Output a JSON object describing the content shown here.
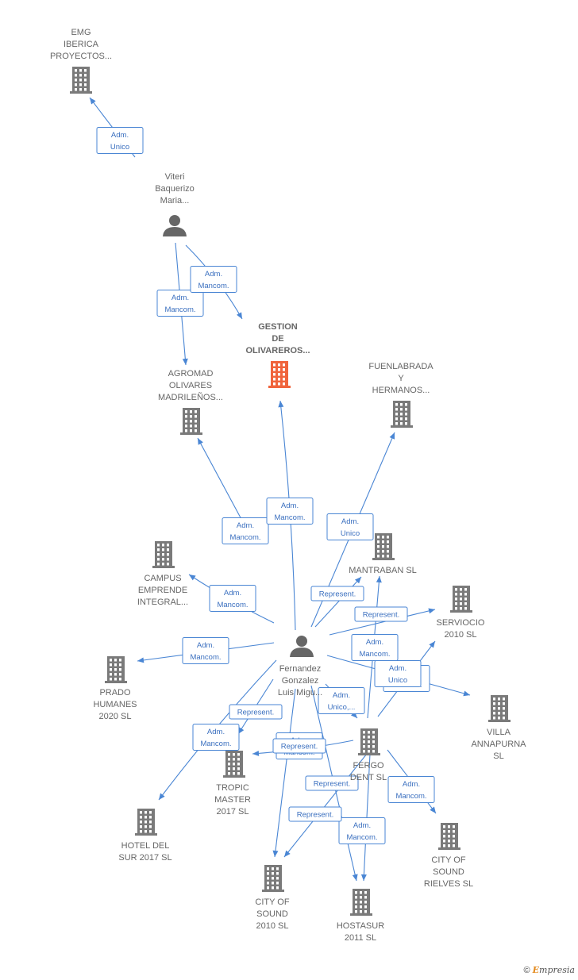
{
  "colors": {
    "building": "#7a7a7a",
    "focus": "#f0643c",
    "person": "#666666",
    "edge": "#4a86d4"
  },
  "footer": {
    "copyright": "©",
    "brand_initial": "E",
    "brand_rest": "mpresia"
  },
  "nodes": [
    {
      "id": "emg",
      "type": "company",
      "lines": [
        "EMG",
        "IBERICA",
        "PROYECTOS..."
      ]
    },
    {
      "id": "viteri",
      "type": "person",
      "lines": [
        "Viteri",
        "Baquerizo",
        "Maria..."
      ]
    },
    {
      "id": "gestion",
      "type": "focus",
      "lines": [
        "GESTION",
        "DE",
        "OLIVAREROS..."
      ]
    },
    {
      "id": "agromad",
      "type": "company",
      "lines": [
        "AGROMAD",
        "OLIVARES",
        "MADRILEÑOS..."
      ]
    },
    {
      "id": "fuenlabrada",
      "type": "company",
      "lines": [
        "FUENLABRADA",
        "Y",
        "HERMANOS..."
      ]
    },
    {
      "id": "campus",
      "type": "company",
      "lines": [
        "CAMPUS",
        "EMPRENDE",
        "INTEGRAL..."
      ]
    },
    {
      "id": "mantraban",
      "type": "company",
      "lines": [
        "MANTRABAN SL"
      ]
    },
    {
      "id": "serviocio",
      "type": "company",
      "lines": [
        "SERVIOCIO",
        "2010 SL"
      ]
    },
    {
      "id": "fernandez",
      "type": "person",
      "lines": [
        "Fernandez",
        "Gonzalez",
        "Luis Migu..."
      ]
    },
    {
      "id": "prado",
      "type": "company",
      "lines": [
        "PRADO",
        "HUMANES",
        "2020 SL"
      ]
    },
    {
      "id": "villa",
      "type": "company",
      "lines": [
        "VILLA",
        "ANNAPURNA",
        "SL"
      ]
    },
    {
      "id": "tropic",
      "type": "company",
      "lines": [
        "TROPIC",
        "MASTER",
        "2017 SL"
      ]
    },
    {
      "id": "fergo",
      "type": "company",
      "lines": [
        "FERGO",
        "DENT SL"
      ]
    },
    {
      "id": "hotel",
      "type": "company",
      "lines": [
        "HOTEL DEL",
        "SUR 2017 SL"
      ]
    },
    {
      "id": "cityrielves",
      "type": "company",
      "lines": [
        "CITY OF",
        "SOUND",
        "RIELVES SL"
      ]
    },
    {
      "id": "city2010",
      "type": "company",
      "lines": [
        "CITY OF",
        "SOUND",
        "2010 SL"
      ]
    },
    {
      "id": "hostasur",
      "type": "company",
      "lines": [
        "HOSTASUR",
        "2011 SL"
      ]
    }
  ],
  "edges": [
    {
      "from": "viteri",
      "to": "emg",
      "label": [
        "Adm.",
        "Unico"
      ]
    },
    {
      "from": "viteri",
      "to": "agromad",
      "label": [
        "Adm.",
        "Mancom."
      ]
    },
    {
      "from": "viteri",
      "to": "gestion",
      "label": [
        "Adm.",
        "Mancom."
      ]
    },
    {
      "from": "fernandez",
      "to": "agromad",
      "label": [
        "Adm.",
        "Mancom."
      ]
    },
    {
      "from": "fernandez",
      "to": "gestion",
      "label": [
        "Adm.",
        "Mancom."
      ]
    },
    {
      "from": "fernandez",
      "to": "fuenlabrada",
      "label": [
        "Adm.",
        "Unico"
      ]
    },
    {
      "from": "fernandez",
      "to": "campus",
      "label": [
        "Adm.",
        "Mancom."
      ]
    },
    {
      "from": "fernandez",
      "to": "mantraban",
      "label": [
        "Represent."
      ]
    },
    {
      "from": "fernandez",
      "to": "serviocio",
      "label": [
        "Represent."
      ]
    },
    {
      "from": "fernandez",
      "to": "prado",
      "label": [
        "Adm.",
        "Mancom."
      ]
    },
    {
      "from": "fernandez",
      "to": "villa",
      "label": [
        "Adm.",
        "Mancom."
      ]
    },
    {
      "from": "fernandez",
      "to": "hotel",
      "label": [
        "Adm.",
        "Mancom."
      ]
    },
    {
      "from": "fernandez",
      "to": "tropic",
      "label": [
        "Represent."
      ]
    },
    {
      "from": "fernandez",
      "to": "fergo",
      "label": [
        "Adm.",
        "Unico,..."
      ]
    },
    {
      "from": "fernandez",
      "to": "city2010",
      "label": [
        "Adm.",
        "Mancom."
      ]
    },
    {
      "from": "fernandez",
      "to": "hostasur",
      "label": [
        "Adm.",
        "Mancom."
      ]
    },
    {
      "from": "fergo",
      "to": "mantraban",
      "label": [
        "Adm.",
        "Mancom."
      ]
    },
    {
      "from": "fergo",
      "to": "serviocio",
      "label": [
        "Adm.",
        "Unico"
      ]
    },
    {
      "from": "fergo",
      "to": "tropic",
      "label": [
        "Represent."
      ]
    },
    {
      "from": "fergo",
      "to": "cityrielves",
      "label": [
        "Adm.",
        "Mancom."
      ]
    },
    {
      "from": "fergo",
      "to": "city2010",
      "label": [
        "Represent."
      ]
    },
    {
      "from": "fergo",
      "to": "hostasur",
      "label": [
        "Represent."
      ]
    }
  ]
}
